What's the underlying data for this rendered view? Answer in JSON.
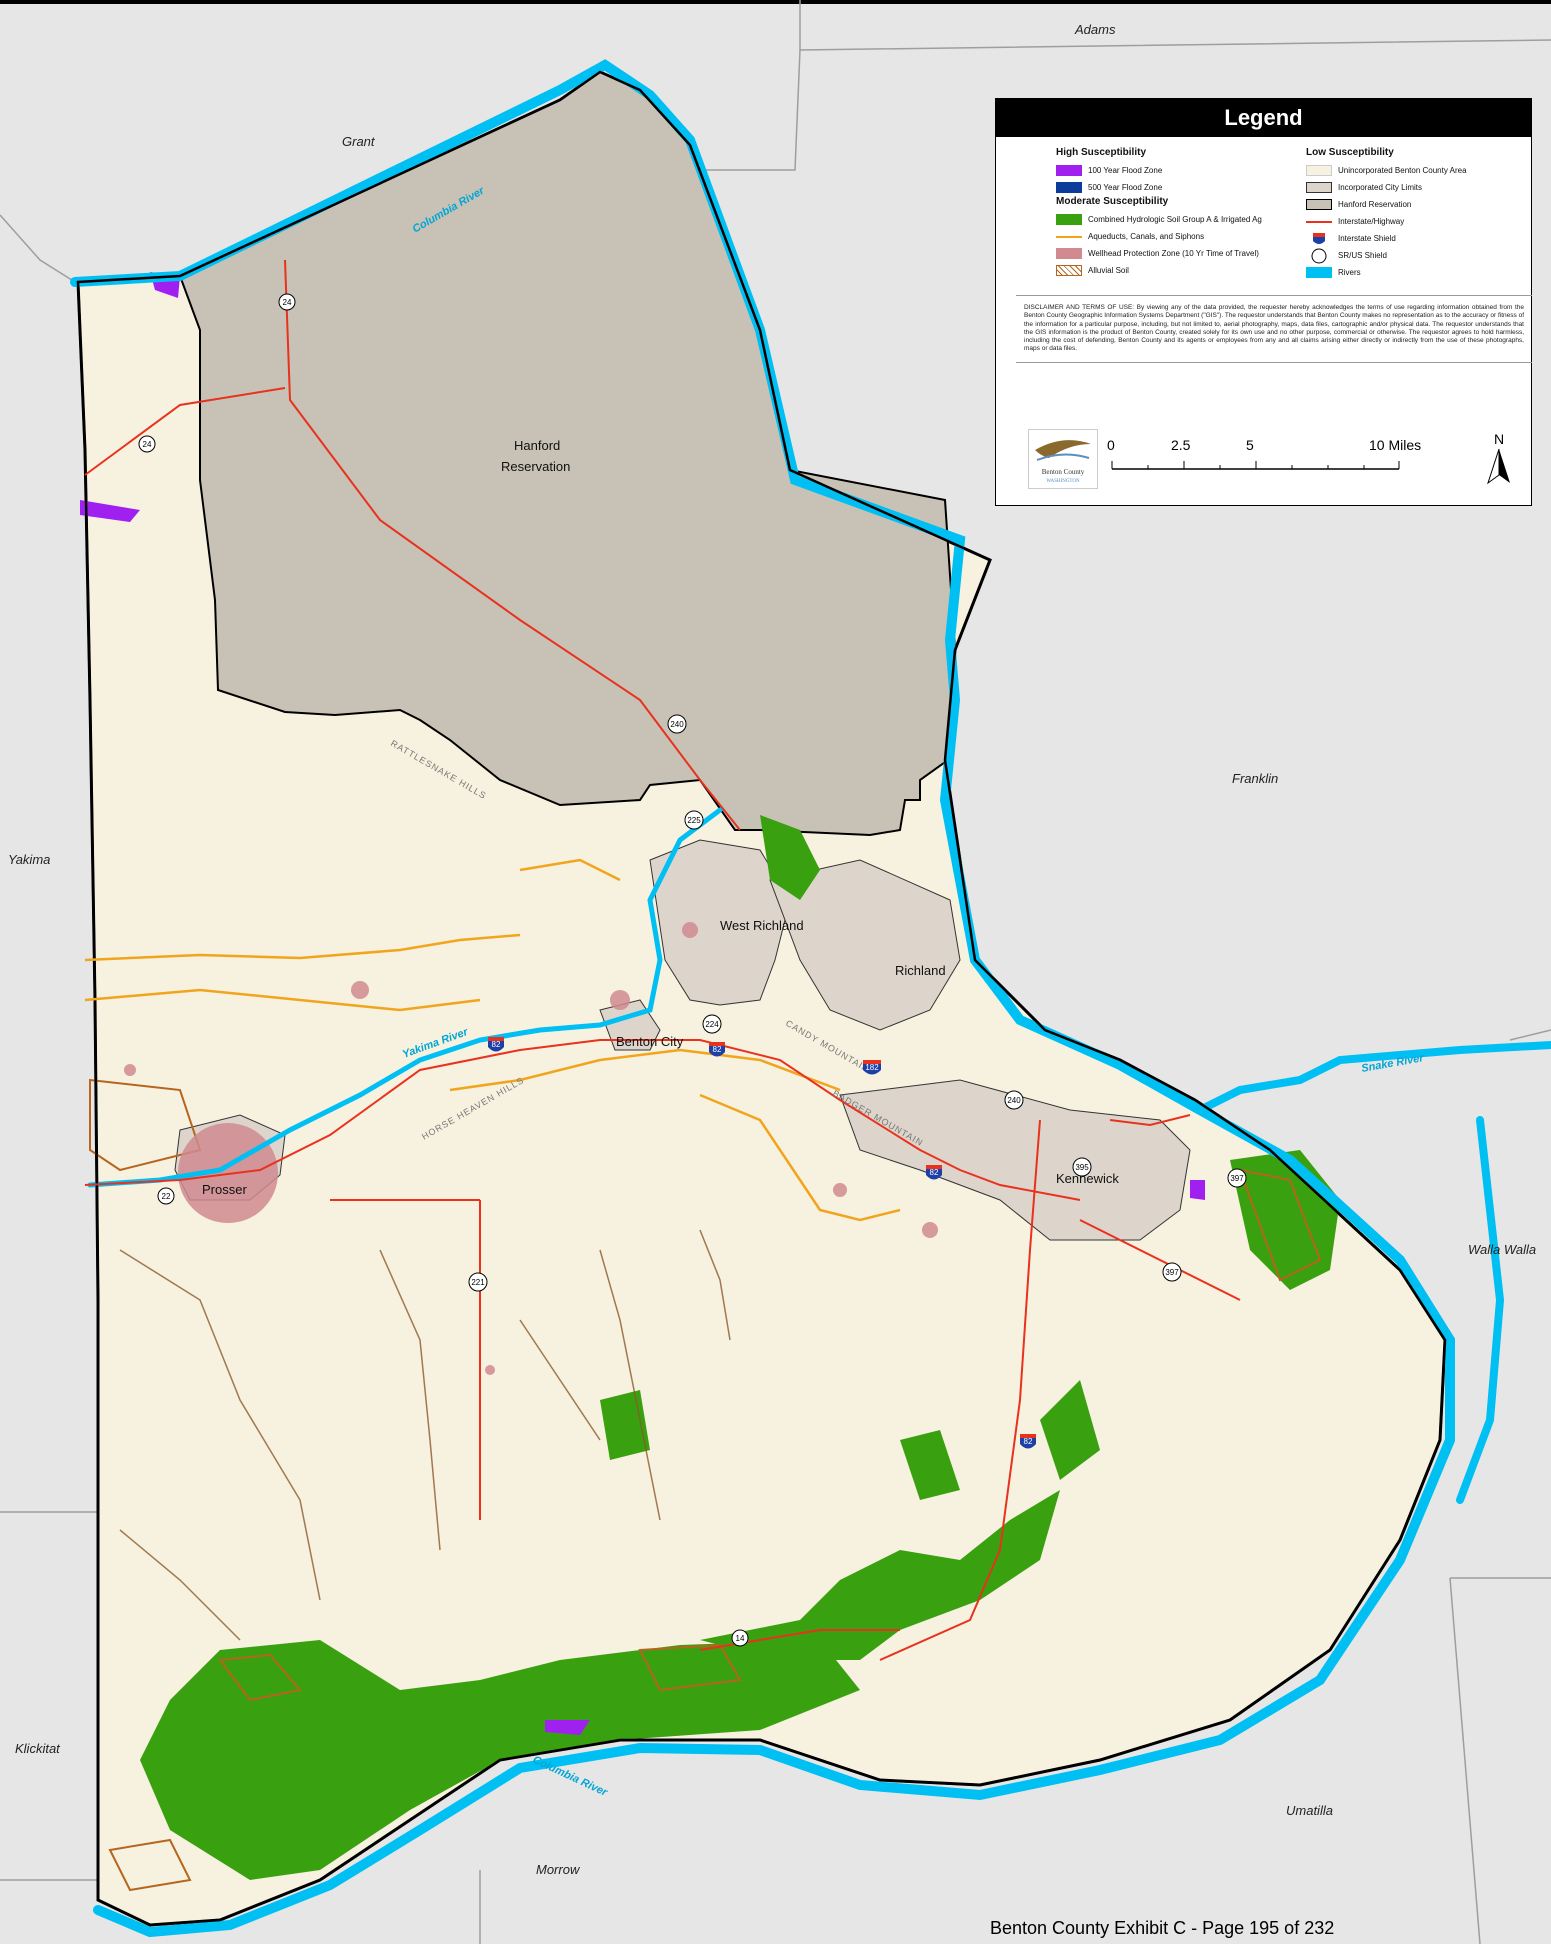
{
  "counties": [
    "Adams",
    "Grant",
    "Franklin",
    "Yakima",
    "Walla Walla",
    "Klickitat",
    "Umatilla",
    "Morrow"
  ],
  "places": {
    "hanford": "Hanford Reservation",
    "west_richland": "West Richland",
    "richland": "Richland",
    "benton_city": "Benton City",
    "prosser": "Prosser",
    "kennewick": "Kennewick"
  },
  "rivers": {
    "columbia_north": "Columbia River",
    "columbia_south": "Columbia River",
    "yakima": "Yakima River",
    "snake": "Snake River"
  },
  "hills": {
    "rattlesnake": "RATTLESNAKE HILLS",
    "horse_heaven": "HORSE HEAVEN HILLS",
    "badger": "BADGER MOUNTAIN",
    "candy": "CANDY MOUNTAIN"
  },
  "shields": {
    "sr24_a": "24",
    "sr24_b": "24",
    "sr240_a": "240",
    "sr240_b": "240",
    "sr225": "225",
    "sr224": "224",
    "sr22": "22",
    "sr221": "221",
    "sr14": "14",
    "sr395": "395",
    "sr397_a": "397",
    "sr397_b": "397",
    "i82_a": "82",
    "i82_b": "82",
    "i82_c": "82",
    "i82_d": "82",
    "i182": "182"
  },
  "legend": {
    "title": "Legend",
    "high_head": "High Susceptibility",
    "flood100": "100 Year Flood Zone",
    "flood500": "500 Year Flood Zone",
    "moderate_head": "Moderate Susceptibility",
    "soil": "Combined Hydrologic Soil Group A & Irrigated Ag",
    "aqueducts": "Aqueducts, Canals, and Siphons",
    "wellhead": "Wellhead Protection Zone (10 Yr Time of Travel)",
    "alluvial": "Alluvial Soil",
    "low_head": "Low Susceptibility",
    "unincorporated": "Unincorporated Benton County Area",
    "incorporated": "Incorporated City Limits",
    "hanford": "Hanford Reservation",
    "interstate": "Interstate/Highway",
    "interstate_shield": "Interstate Shield",
    "srus_shield": "SR/US Shield",
    "rivers": "Rivers",
    "disclaimer": "DISCLAIMER AND TERMS OF USE: By viewing any of the data provided, the requester hereby acknowledges the terms of use regarding information obtained from the Benton County Geographic Information Systems Department (\"GIS\"). The requestor understands that Benton County makes no representation as to the accuracy or fitness of the information for a particular purpose, including, but not limited to, aerial photography, maps, data files, cartographic and/or physical data. The requestor understands that the GIS information is the product of Benton County, created solely for its own use and no other purpose, commercial or otherwise. The requestor agrees to hold harmless, including the cost of defending, Benton County and its agents or employees from any and all claims arising either directly or indirectly from the use of these photographs, maps or data files.",
    "logo_text": "Benton County",
    "logo_sub": "WASHINGTON",
    "scale": [
      "0",
      "2.5",
      "5",
      "10 Miles"
    ],
    "north": "N"
  },
  "colors": {
    "unincorporated": "#f7f1df",
    "incorporated": "#ddd5cb",
    "hanford": "#c7c2b5",
    "flood100": "#a020f0",
    "flood500": "#0b3c9b",
    "soil": "#39a00f",
    "aqueduct": "#f0a51c",
    "wellhead": "#d08a90",
    "alluvial": "#b5651d",
    "highway": "#e8321e",
    "river": "#00bff3",
    "outside": "#e6e6e6"
  },
  "footer": "Benton County Exhibit C - Page 195 of 232"
}
